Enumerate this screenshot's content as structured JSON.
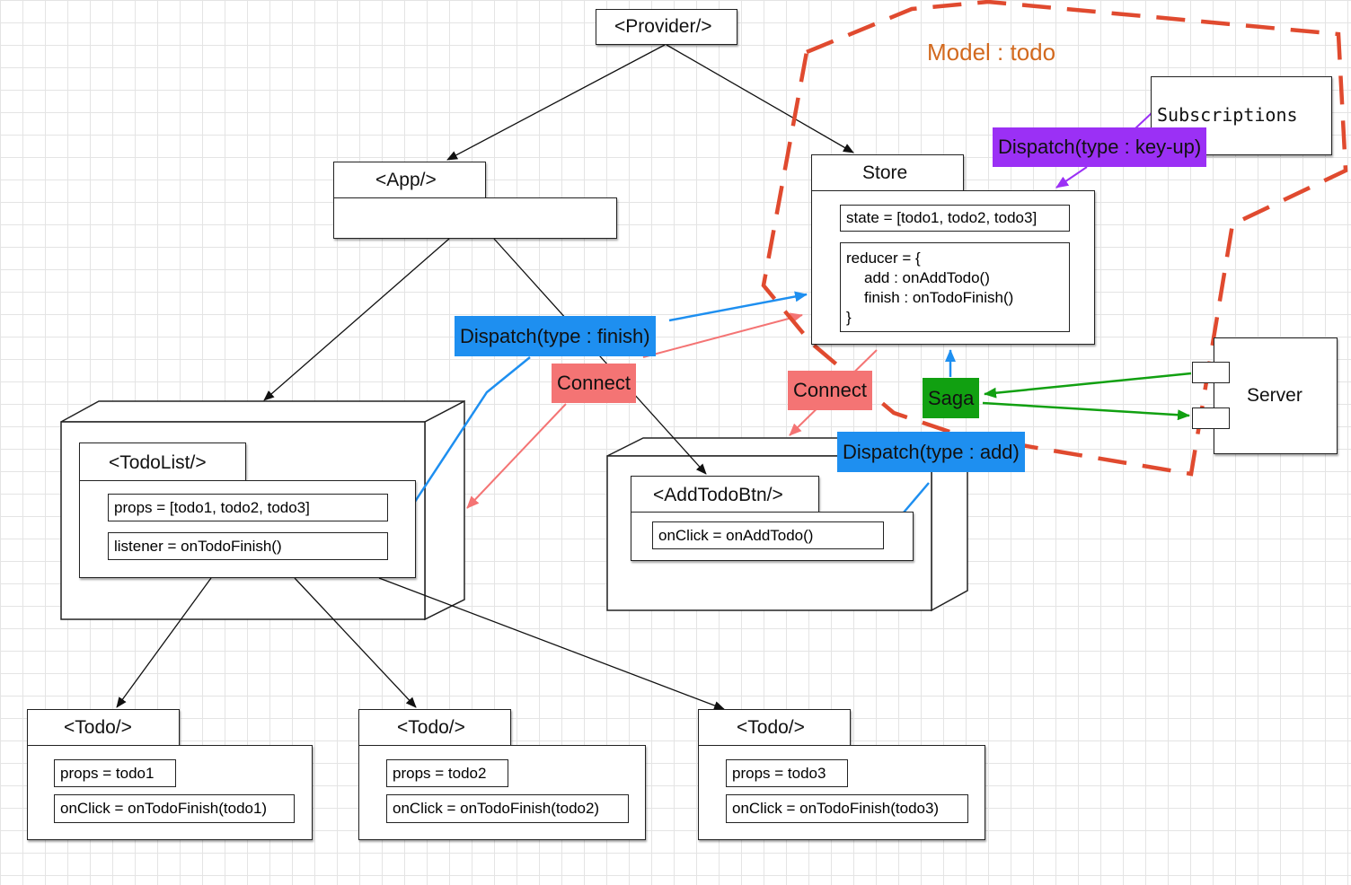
{
  "model_label": "Model : todo",
  "provider": {
    "label": "<Provider/>"
  },
  "app": {
    "label": "<App/>"
  },
  "store": {
    "label": "Store",
    "state": "state = [todo1, todo2, todo3]",
    "reducer_lines": [
      "reducer = {",
      "add : onAddTodo()",
      "finish : onTodoFinish()",
      "}"
    ]
  },
  "subscriptions": {
    "label": "Subscriptions"
  },
  "server": {
    "label": "Server"
  },
  "todolist": {
    "label": "<TodoList/>",
    "props": "props = [todo1, todo2, todo3]",
    "listener": "listener = onTodoFinish()"
  },
  "addtodobtn": {
    "label": "<AddTodoBtn/>",
    "onclick": "onClick = onAddTodo()"
  },
  "todos": [
    {
      "label": "<Todo/>",
      "props": "props = todo1",
      "onclick": "onClick = onTodoFinish(todo1)"
    },
    {
      "label": "<Todo/>",
      "props": "props = todo2",
      "onclick": "onClick = onTodoFinish(todo2)"
    },
    {
      "label": "<Todo/>",
      "props": "props = todo3",
      "onclick": "onClick = onTodoFinish(todo3)"
    }
  ],
  "tags": {
    "dispatch_finish": "Dispatch(type : finish)",
    "dispatch_add": "Dispatch(type : add)",
    "dispatch_keyup": "Dispatch(type : key-up)",
    "connect_left": "Connect",
    "connect_right": "Connect",
    "saga": "Saga"
  },
  "colors": {
    "dispatch": "#1e8ff0",
    "connect": "#f47474",
    "subscription": "#9b30f5",
    "saga": "#11a011",
    "model_boundary": "#e04a2f",
    "model_label": "#d2691e"
  }
}
